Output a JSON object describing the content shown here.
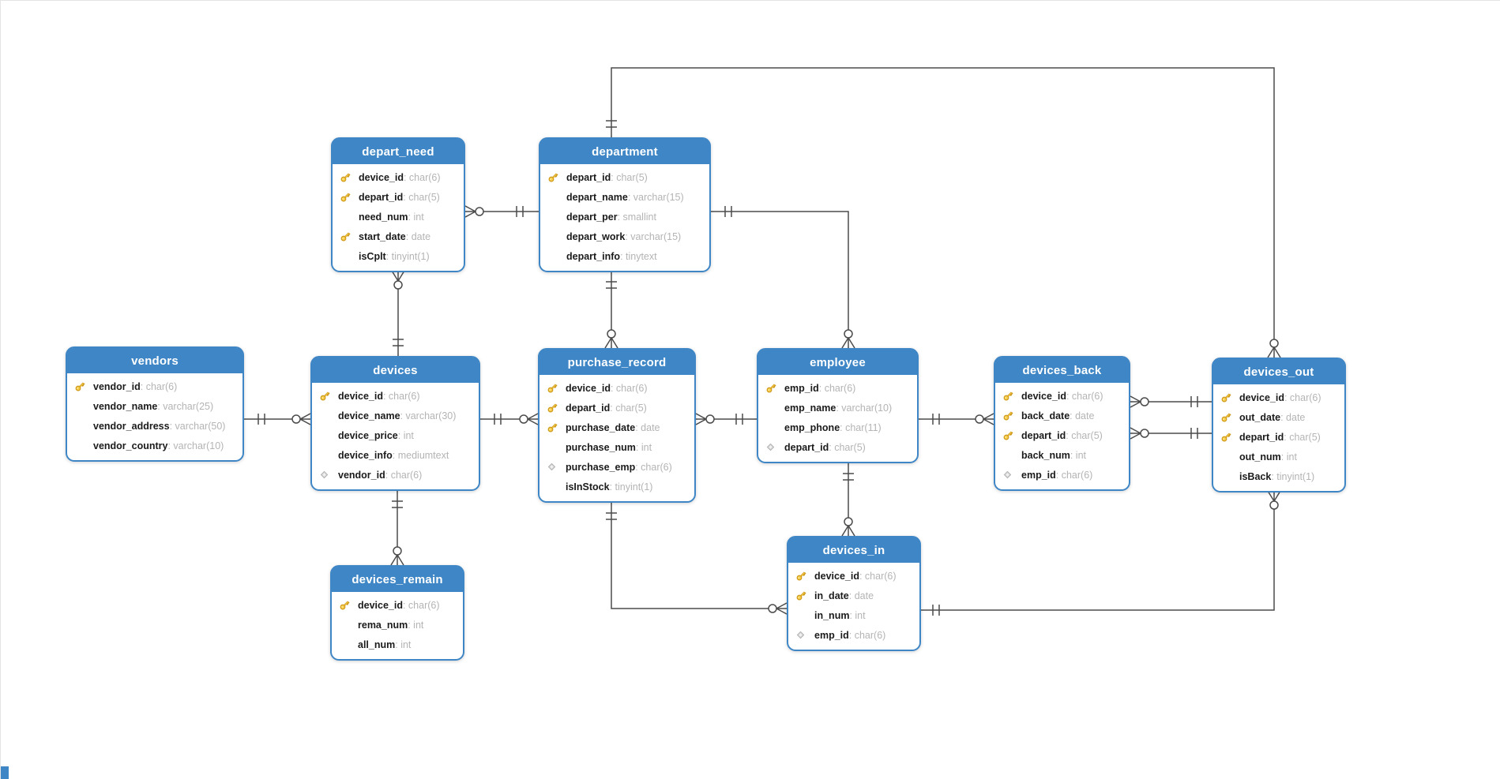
{
  "diagram": {
    "colors": {
      "header_blue": "#3e86c5",
      "connector_line": "#4b4b4b",
      "primary_key_gold": "#f2c02f",
      "foreign_key_gray": "#d8d8d8",
      "field_name_color": "#1b1b1b",
      "field_type_color": "#b4b4b4"
    },
    "tables": {
      "depart_need": {
        "title": "depart_need",
        "fields": [
          {
            "icon": "key",
            "name": "device_id",
            "type": "char(6)"
          },
          {
            "icon": "key",
            "name": "depart_id",
            "type": "char(5)"
          },
          {
            "icon": "",
            "name": "need_num",
            "type": "int"
          },
          {
            "icon": "key",
            "name": "start_date",
            "type": "date"
          },
          {
            "icon": "",
            "name": "isCplt",
            "type": "tinyint(1)"
          }
        ]
      },
      "department": {
        "title": "department",
        "fields": [
          {
            "icon": "key",
            "name": "depart_id",
            "type": "char(5)"
          },
          {
            "icon": "",
            "name": "depart_name",
            "type": "varchar(15)"
          },
          {
            "icon": "",
            "name": "depart_per",
            "type": "smallint"
          },
          {
            "icon": "",
            "name": "depart_work",
            "type": "varchar(15)"
          },
          {
            "icon": "",
            "name": "depart_info",
            "type": "tinytext"
          }
        ]
      },
      "vendors": {
        "title": "vendors",
        "fields": [
          {
            "icon": "key",
            "name": "vendor_id",
            "type": "char(6)"
          },
          {
            "icon": "",
            "name": "vendor_name",
            "type": "varchar(25)"
          },
          {
            "icon": "",
            "name": "vendor_address",
            "type": "varchar(50)"
          },
          {
            "icon": "",
            "name": "vendor_country",
            "type": "varchar(10)"
          }
        ]
      },
      "devices": {
        "title": "devices",
        "fields": [
          {
            "icon": "key",
            "name": "device_id",
            "type": "char(6)"
          },
          {
            "icon": "",
            "name": "device_name",
            "type": "varchar(30)"
          },
          {
            "icon": "",
            "name": "device_price",
            "type": "int"
          },
          {
            "icon": "",
            "name": "device_info",
            "type": "mediumtext"
          },
          {
            "icon": "fk",
            "name": "vendor_id",
            "type": "char(6)"
          }
        ]
      },
      "purchase_record": {
        "title": "purchase_record",
        "fields": [
          {
            "icon": "key",
            "name": "device_id",
            "type": "char(6)"
          },
          {
            "icon": "key",
            "name": "depart_id",
            "type": "char(5)"
          },
          {
            "icon": "key",
            "name": "purchase_date",
            "type": "date"
          },
          {
            "icon": "",
            "name": "purchase_num",
            "type": "int"
          },
          {
            "icon": "fk",
            "name": "purchase_emp",
            "type": "char(6)"
          },
          {
            "icon": "",
            "name": "isInStock",
            "type": "tinyint(1)"
          }
        ]
      },
      "employee": {
        "title": "employee",
        "fields": [
          {
            "icon": "key",
            "name": "emp_id",
            "type": "char(6)"
          },
          {
            "icon": "",
            "name": "emp_name",
            "type": "varchar(10)"
          },
          {
            "icon": "",
            "name": "emp_phone",
            "type": "char(11)"
          },
          {
            "icon": "fk",
            "name": "depart_id",
            "type": "char(5)"
          }
        ]
      },
      "devices_back": {
        "title": "devices_back",
        "fields": [
          {
            "icon": "key",
            "name": "device_id",
            "type": "char(6)"
          },
          {
            "icon": "key",
            "name": "back_date",
            "type": "date"
          },
          {
            "icon": "key",
            "name": "depart_id",
            "type": "char(5)"
          },
          {
            "icon": "",
            "name": "back_num",
            "type": "int"
          },
          {
            "icon": "fk",
            "name": "emp_id",
            "type": "char(6)"
          }
        ]
      },
      "devices_out": {
        "title": "devices_out",
        "fields": [
          {
            "icon": "key",
            "name": "device_id",
            "type": "char(6)"
          },
          {
            "icon": "key",
            "name": "out_date",
            "type": "date"
          },
          {
            "icon": "key",
            "name": "depart_id",
            "type": "char(5)"
          },
          {
            "icon": "",
            "name": "out_num",
            "type": "int"
          },
          {
            "icon": "",
            "name": "isBack",
            "type": "tinyint(1)"
          }
        ]
      },
      "devices_remain": {
        "title": "devices_remain",
        "fields": [
          {
            "icon": "key",
            "name": "device_id",
            "type": "char(6)"
          },
          {
            "icon": "",
            "name": "rema_num",
            "type": "int"
          },
          {
            "icon": "",
            "name": "all_num",
            "type": "int"
          }
        ]
      },
      "devices_in": {
        "title": "devices_in",
        "fields": [
          {
            "icon": "key",
            "name": "device_id",
            "type": "char(6)"
          },
          {
            "icon": "key",
            "name": "in_date",
            "type": "date"
          },
          {
            "icon": "",
            "name": "in_num",
            "type": "int"
          },
          {
            "icon": "fk",
            "name": "emp_id",
            "type": "char(6)"
          }
        ]
      }
    },
    "relationships": [
      {
        "one_side": "vendors",
        "many_side": "devices",
        "many_card": "zero-or-many"
      },
      {
        "one_side": "devices",
        "many_side": "purchase_record",
        "many_card": "zero-or-many"
      },
      {
        "one_side": "employee",
        "many_side": "purchase_record",
        "many_card": "zero-or-many"
      },
      {
        "one_side": "employee",
        "many_side": "devices_back",
        "many_card": "zero-or-many"
      },
      {
        "one_side": "devices_out",
        "many_side": "devices_back",
        "many_card": "zero-or-many"
      },
      {
        "one_side": "devices_out",
        "many_side": "devices_back",
        "many_card": "zero-or-many"
      },
      {
        "one_side": "department",
        "many_side": "depart_need",
        "many_card": "zero-or-many"
      },
      {
        "one_side": "department",
        "many_side": "devices_out",
        "many_card": "zero-or-many"
      },
      {
        "one_side": "department",
        "many_side": "employee",
        "many_card": "zero-or-many"
      },
      {
        "one_side": "department",
        "many_side": "purchase_record",
        "many_card": "zero-or-many"
      },
      {
        "one_side": "devices",
        "many_side": "depart_need",
        "many_card": "zero-or-many"
      },
      {
        "one_side": "devices",
        "many_side": "devices_remain",
        "many_card": "zero-or-many"
      },
      {
        "one_side": "purchase_record",
        "many_side": "devices_in",
        "many_card": "zero-or-many"
      },
      {
        "one_side": "employee",
        "many_side": "devices_in",
        "many_card": "zero-or-many"
      },
      {
        "one_side": "devices_in",
        "many_side": "devices_out",
        "many_card": "zero-or-many"
      }
    ]
  }
}
